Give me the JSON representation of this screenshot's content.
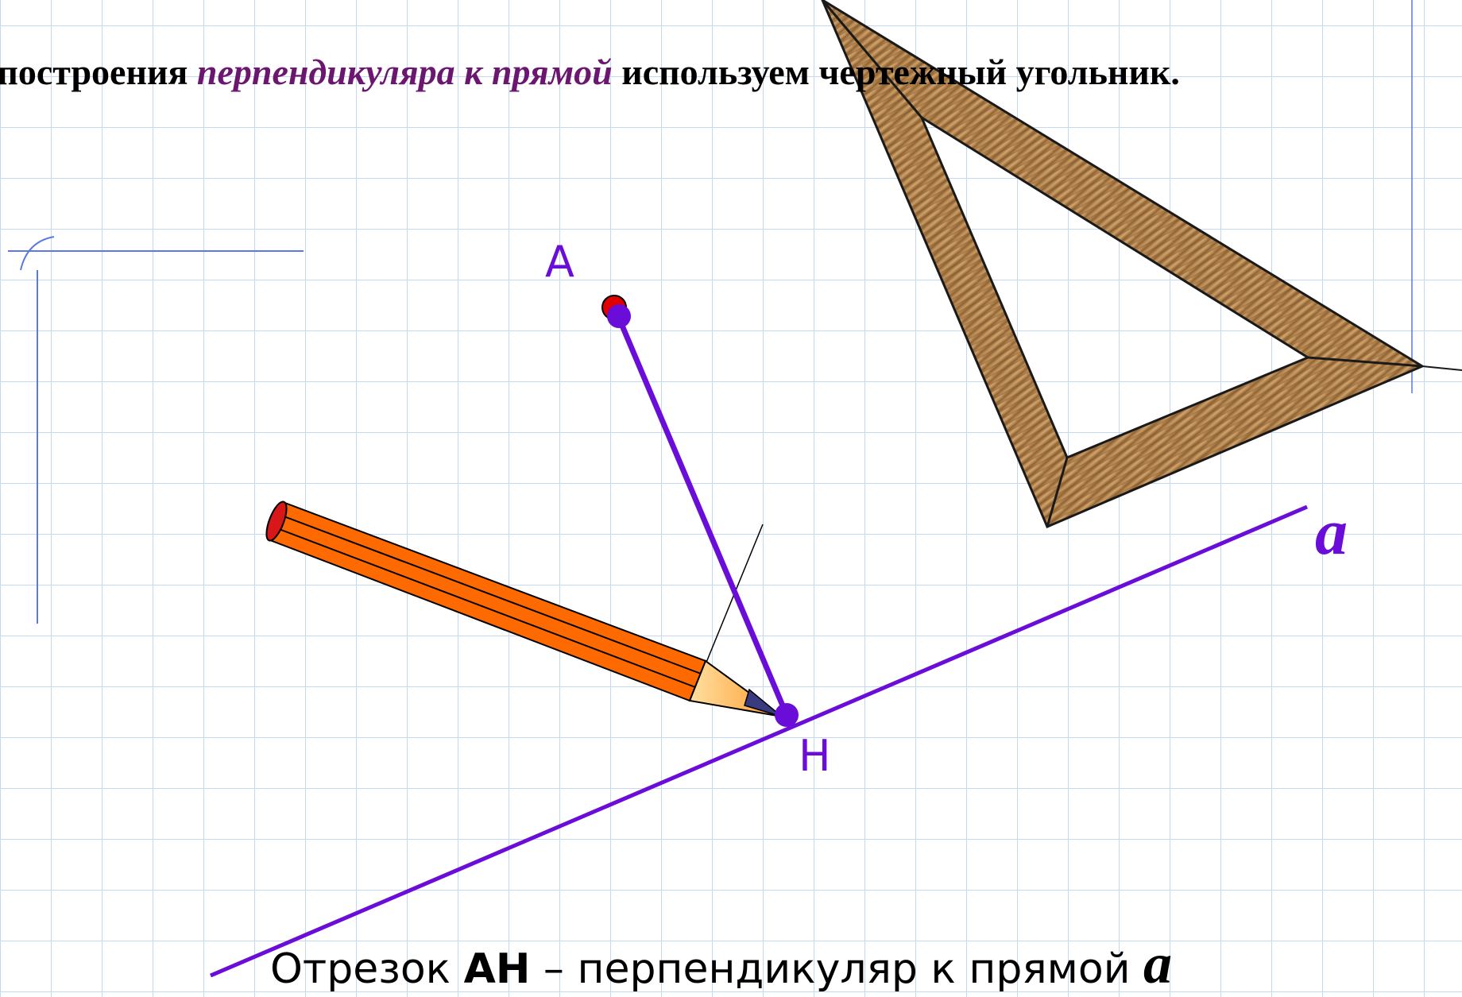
{
  "heading": {
    "part1": "я построения ",
    "emphasis": "перпендикуляра к прямой",
    "part2": " используем чертежный угольник."
  },
  "labels": {
    "point_a": "A",
    "point_h": "H",
    "line_a": "a"
  },
  "caption": {
    "part1": "Отрезок ",
    "segment": "AH",
    "part2": " – перпендикуляр к прямой ",
    "line_var": "a"
  },
  "colors": {
    "construction": "#6a0dd8",
    "emphasis_text": "#6b1770",
    "pencil_body": "#ff6a00",
    "pencil_tip": "#ffb84d",
    "set_square": "#b08550",
    "point_marker": "#e00000",
    "grid": "#c5d6f2",
    "margin_lines": "#5a78e6"
  },
  "icons": {
    "pencil": "pencil-icon",
    "set_square": "set-square-icon"
  }
}
